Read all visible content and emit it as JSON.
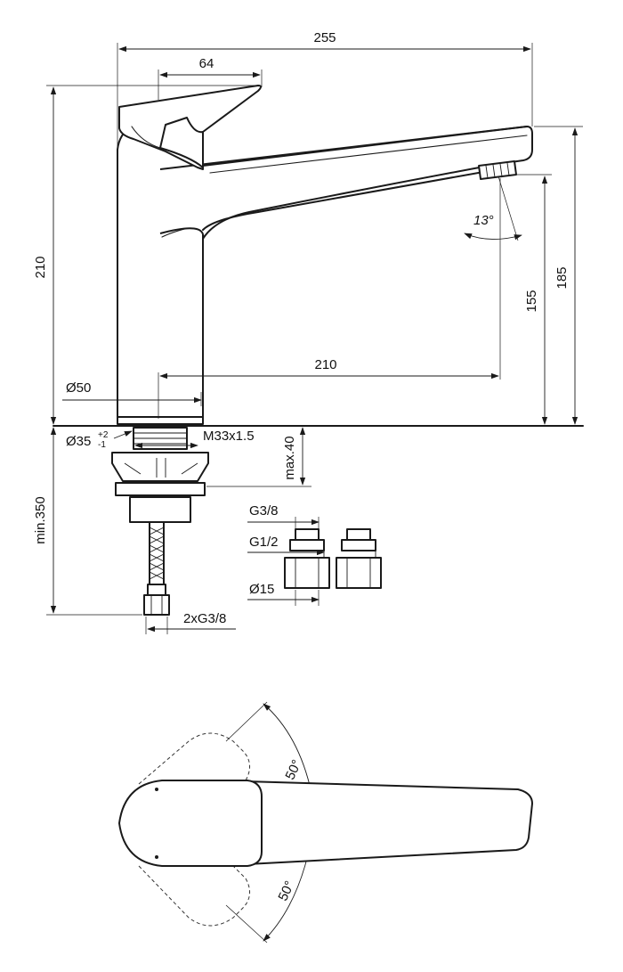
{
  "dimensions": {
    "overall_length": "255",
    "handle_width": "64",
    "total_height": "210",
    "spout_reach": "210",
    "spout_height": "185",
    "outlet_height": "155",
    "spray_angle": "13°",
    "body_diameter": "Ø50",
    "hole_diameter": "Ø35",
    "hole_tolerance_upper": "+2",
    "hole_tolerance_lower": "-1",
    "thread": "M33x1.5",
    "max_deck": "max.40",
    "hose_length": "min.350",
    "hose_connection": "2xG3/8",
    "adapter_thread_top": "G3/8",
    "adapter_thread_mid": "G1/2",
    "adapter_diameter": "Ø15",
    "swivel_angle_top": "50°",
    "swivel_angle_bottom": "50°"
  },
  "colors": {
    "line": "#1a1a1a",
    "background": "#ffffff"
  }
}
